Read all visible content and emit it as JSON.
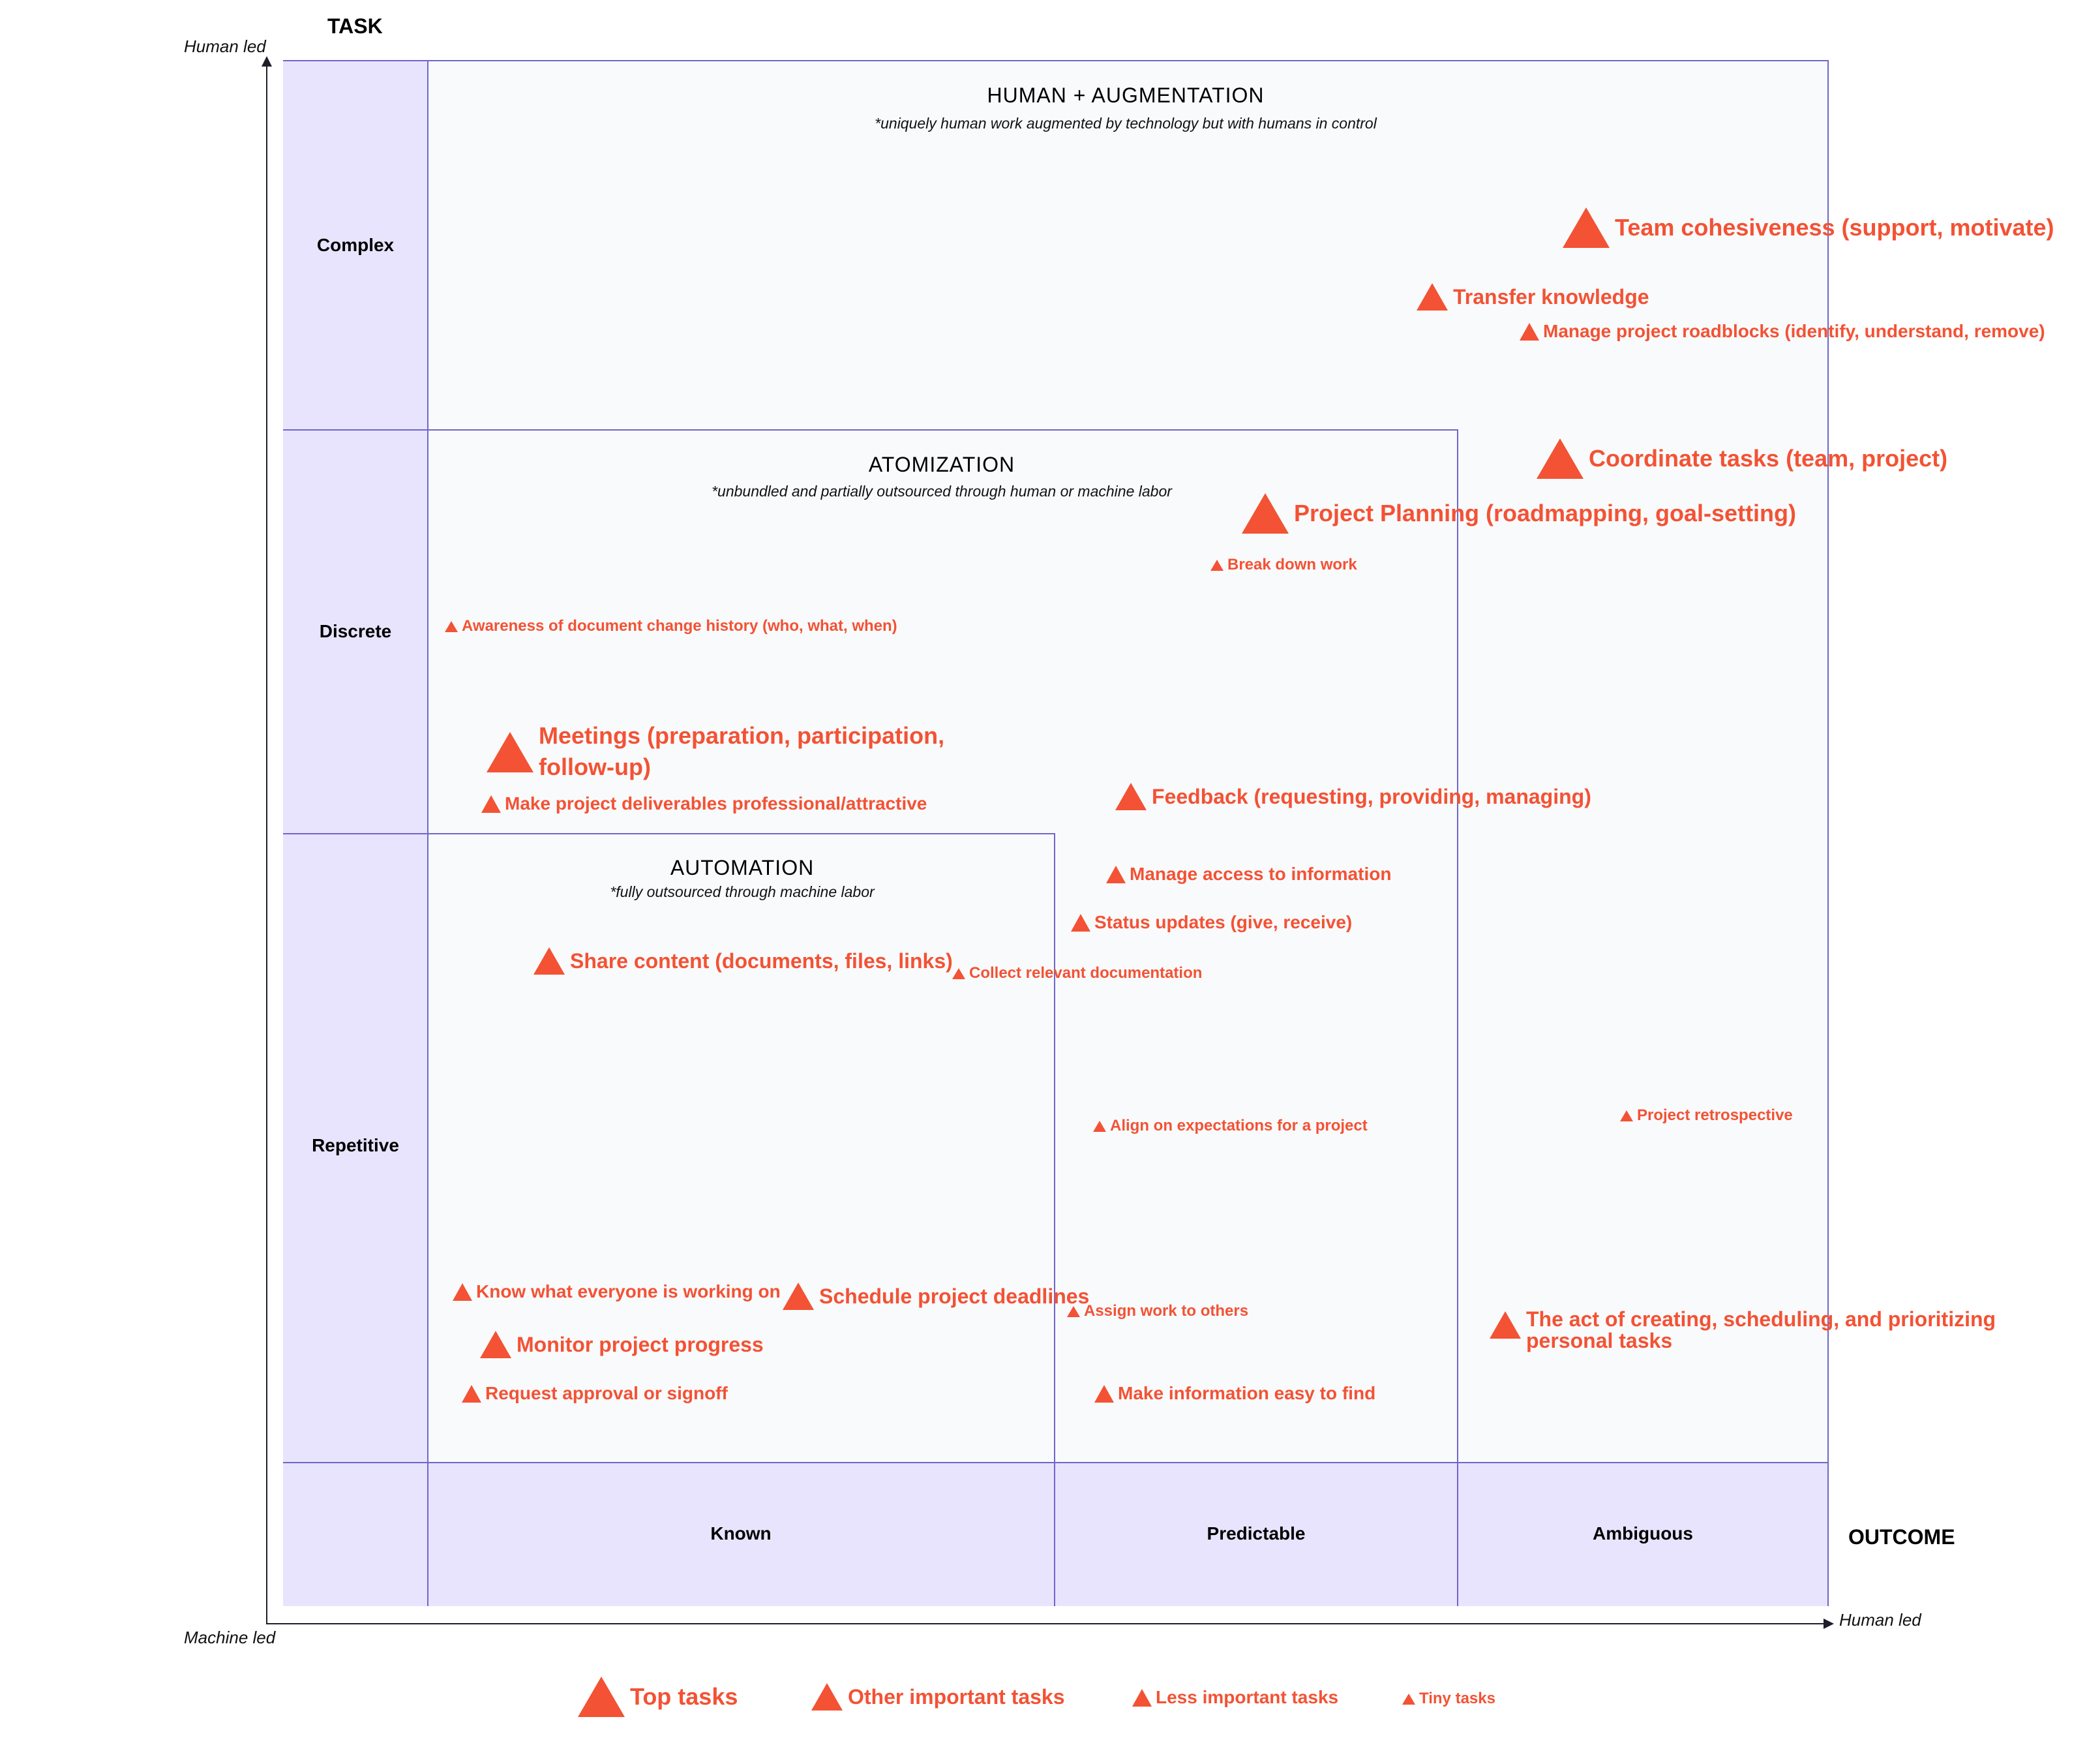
{
  "axes": {
    "task_heading": "TASK",
    "outcome_heading": "OUTCOME",
    "y_top_label": "Human led",
    "y_bottom_label": "Machine led",
    "x_right_label": "Human led"
  },
  "rows": [
    "Complex",
    "Discrete",
    "Repetitive"
  ],
  "columns": [
    "Known",
    "Predictable",
    "Ambiguous"
  ],
  "zones": {
    "human": {
      "title": "HUMAN + AUGMENTATION",
      "subtitle": "*uniquely human work augmented by technology but with humans in control"
    },
    "atomization": {
      "title": "ATOMIZATION",
      "subtitle": "*unbundled and partially outsourced through human or machine labor"
    },
    "automation": {
      "title": "AUTOMATION",
      "subtitle": "*fully outsourced through machine labor"
    }
  },
  "tasks": [
    {
      "label": "Team cohesiveness (support, motivate)",
      "importance": "top"
    },
    {
      "label": "Transfer knowledge",
      "importance": "other"
    },
    {
      "label": "Manage project roadblocks (identify, understand, remove)",
      "importance": "less"
    },
    {
      "label": "Coordinate tasks (team, project)",
      "importance": "top"
    },
    {
      "label": "Project Planning (roadmapping, goal-setting)",
      "importance": "top"
    },
    {
      "label": "Break down work",
      "importance": "tiny"
    },
    {
      "label": "Awareness of document change history (who, what, when)",
      "importance": "tiny"
    },
    {
      "label": "Meetings (preparation, participation, follow-up)",
      "importance": "top"
    },
    {
      "label": "Make project deliverables professional/attractive",
      "importance": "less"
    },
    {
      "label": "Feedback (requesting, providing, managing)",
      "importance": "other"
    },
    {
      "label": "Manage access to information",
      "importance": "less"
    },
    {
      "label": "Status updates (give, receive)",
      "importance": "less"
    },
    {
      "label": "Share content (documents, files, links)",
      "importance": "other"
    },
    {
      "label": "Collect relevant documentation",
      "importance": "tiny"
    },
    {
      "label": "Align on expectations for a project",
      "importance": "tiny"
    },
    {
      "label": "Project retrospective",
      "importance": "tiny"
    },
    {
      "label": "Know what everyone is working on",
      "importance": "less"
    },
    {
      "label": "Schedule project deadlines",
      "importance": "other"
    },
    {
      "label": "Assign work to others",
      "importance": "tiny"
    },
    {
      "label": "The act of creating, scheduling, and prioritizing personal tasks",
      "importance": "other"
    },
    {
      "label": "Monitor project progress",
      "importance": "other"
    },
    {
      "label": "Request approval or signoff",
      "importance": "less"
    },
    {
      "label": "Make information easy to find",
      "importance": "less"
    }
  ],
  "legend": [
    {
      "label": "Top tasks",
      "importance": "top"
    },
    {
      "label": "Other important tasks",
      "importance": "other"
    },
    {
      "label": "Less important tasks",
      "importance": "less"
    },
    {
      "label": "Tiny tasks",
      "importance": "tiny"
    }
  ],
  "colors": {
    "accent": "#f35234",
    "band": "#e8e4fd",
    "border": "#6f66c9",
    "panel": "#f9fafc"
  }
}
